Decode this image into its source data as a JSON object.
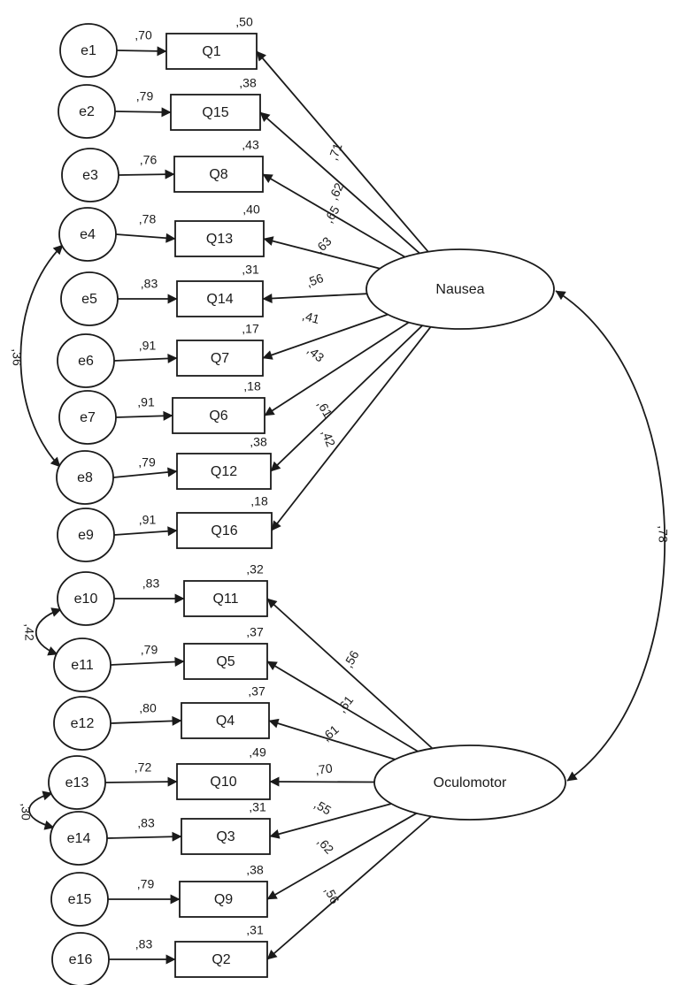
{
  "errors": [
    {
      "label": "e1",
      "loading": ",70",
      "item": "Q1",
      "r2": ",50"
    },
    {
      "label": "e2",
      "loading": ",79",
      "item": "Q15",
      "r2": ",38"
    },
    {
      "label": "e3",
      "loading": ",76",
      "item": "Q8",
      "r2": ",43"
    },
    {
      "label": "e4",
      "loading": ",78",
      "item": "Q13",
      "r2": ",40"
    },
    {
      "label": "e5",
      "loading": ",83",
      "item": "Q14",
      "r2": ",31"
    },
    {
      "label": "e6",
      "loading": ",91",
      "item": "Q7",
      "r2": ",17"
    },
    {
      "label": "e7",
      "loading": ",91",
      "item": "Q6",
      "r2": ",18"
    },
    {
      "label": "e8",
      "loading": ",79",
      "item": "Q12",
      "r2": ",38"
    },
    {
      "label": "e9",
      "loading": ",91",
      "item": "Q16",
      "r2": ",18"
    },
    {
      "label": "e10",
      "loading": ",83",
      "item": "Q11",
      "r2": ",32"
    },
    {
      "label": "e11",
      "loading": ",79",
      "item": "Q5",
      "r2": ",37"
    },
    {
      "label": "e12",
      "loading": ",80",
      "item": "Q4",
      "r2": ",37"
    },
    {
      "label": "e13",
      "loading": ",72",
      "item": "Q10",
      "r2": ",49"
    },
    {
      "label": "e14",
      "loading": ",83",
      "item": "Q3",
      "r2": ",31"
    },
    {
      "label": "e15",
      "loading": ",79",
      "item": "Q9",
      "r2": ",38"
    },
    {
      "label": "e16",
      "loading": ",83",
      "item": "Q2",
      "r2": ",31"
    }
  ],
  "factors": [
    {
      "label": "Nausea",
      "loadings": [
        ",71",
        ",62",
        ",65",
        ",63",
        ",56",
        ",41",
        ",43",
        ",61",
        ",42"
      ]
    },
    {
      "label": "Oculomotor",
      "loadings": [
        ",56",
        ",61",
        ",61",
        ",70",
        ",55",
        ",62",
        ",56"
      ]
    }
  ],
  "factor_covariance": ",78",
  "error_covariances": [
    {
      "between": [
        "e4",
        "e8"
      ],
      "value": ",36"
    },
    {
      "between": [
        "e10",
        "e11"
      ],
      "value": ",42"
    },
    {
      "between": [
        "e13",
        "e14"
      ],
      "value": ",30"
    }
  ]
}
